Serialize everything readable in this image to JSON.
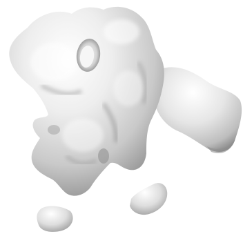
{
  "scene": {
    "background_color": "#ffffff",
    "surface_base_color": "#d9d9d9",
    "surface_highlight_color": "#ffffff",
    "surface_shadow_color": "#6f6f6f",
    "object": "3d-isosurface-blob",
    "fragments": [
      "main-body",
      "side-arm",
      "bottom-left-blob",
      "bottom-right-blob"
    ]
  }
}
